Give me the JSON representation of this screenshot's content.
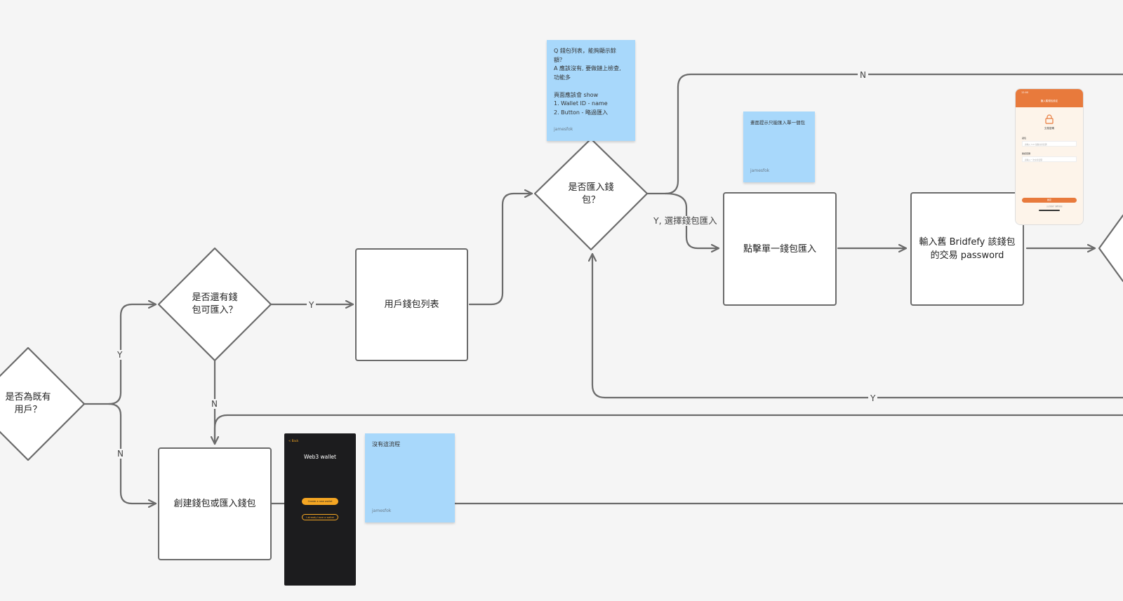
{
  "nodes": {
    "existing_user": "是否為既有\n用戶？",
    "has_wallets": "是否還有錢\n包可匯入？",
    "wallet_list": "用戶錢包列表",
    "import_wallet_q": "是否匯入錢\n包？",
    "click_single": "點擊單一錢包匯入",
    "enter_password": "輸入舊 Bridfefy 該錢包\n的交易 password",
    "create_or_import": "創建錢包或匯入錢包"
  },
  "edges": {
    "y": "Y",
    "n": "N",
    "y_select": "Y, 選擇錢包匯入"
  },
  "stickies": {
    "top": {
      "body": "Q 錢包列表，能夠顯示餘\n額？\nA 應該沒有, 要做鏈上檢查,\n功能多\n\n頁面應該會 show\n 1. Wallet ID - name\n 2. Button - 略過匯入",
      "author": "jamesfok"
    },
    "middle": {
      "body": "畫面提示只能匯入單一個包",
      "author": "jamesfok"
    },
    "bottom": {
      "body": "沒有這流程",
      "author": "jamesfok"
    }
  },
  "phone_dark": {
    "back": "< Back",
    "title": "Web3 wallet",
    "primary_btn": "Create a new wallet",
    "secondary_btn": "I already have a wallet"
  },
  "phone_light": {
    "time": "12:00",
    "header": "匯入舊錢包設定",
    "lock_label": "交易密碼",
    "field1_label": "錢包",
    "field1_placeholder": "請輸入 5-6 位數交易密碼",
    "field2_label": "確認密碼",
    "field2_placeholder": "請輸入一次交易密碼",
    "confirm": "確定",
    "footer": "忘記密碼？聯繫客服"
  },
  "colors": {
    "line": "#6b6b6b",
    "sticky": "#a8d8fb",
    "accent_orange": "#e87a3c",
    "dark_btn": "#f5a623"
  }
}
